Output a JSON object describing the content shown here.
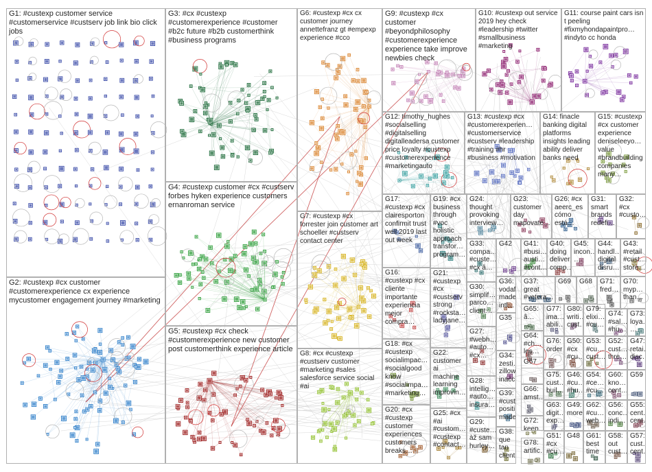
{
  "groups": [
    {
      "id": "G1",
      "label": "G1: #custexp customer service #customerservice #custserv job link bio click jobs",
      "color": "#3a4ba8"
    },
    {
      "id": "G2",
      "label": "G2: #custexp #cx customer #customerexperience cx experience mycustomer engagement journey #marketing",
      "color": "#2f7fc9"
    },
    {
      "id": "G3",
      "label": "G3: #cx #custexp #customerexperience #customer #b2c future #b2b customerthink #business programs",
      "color": "#1e6b3a"
    },
    {
      "id": "G4",
      "label": "G4: #custexp customer #cx #custserv forbes hyken experience customers ernanroman service",
      "color": "#2e9e3a"
    },
    {
      "id": "G5",
      "label": "G5: #custexp #cx check #customerexperience new customer post customerthink experience article",
      "color": "#9b1b1b"
    },
    {
      "id": "G6",
      "label": "G6: #custexp #cx cx customer journey annettefranz gt #empexp experience #cco",
      "color": "#d9822b"
    },
    {
      "id": "G7",
      "label": "G7: #custexp #cx forrester join customer art schoeller #custserv contact center",
      "color": "#d6b21e"
    },
    {
      "id": "G8",
      "label": "G8: #cx #custexp #custserv customer #marketing #sales salesforce service social #ai",
      "color": "#8fbf2a"
    },
    {
      "id": "G9",
      "label": "G9: #custexp #cx customer #beyondphilosophy #customerexperience experience take improve newbies check",
      "color": "#c27fb4"
    },
    {
      "id": "G10",
      "label": "G10: #custexp out service 2019 hey check #leadership #twitter #smallbusiness #marketing",
      "color": "#8a1a6b"
    },
    {
      "id": "G11",
      "label": "G11: course paint cars isn t peeling #fixmyhondapaintpro… #indyto cc honda",
      "color": "#7b2f9e"
    },
    {
      "id": "G12",
      "label": "G12: timothy_hughes #socialselling #digitalselling digitalleadersa customer price loyalty #custexp #customerexperience #marketingauto",
      "color": "#3aa0a0"
    },
    {
      "id": "G13",
      "label": "G13: #custexp #cx #customerexperien… #customerservice #custserv #leadership #training #hr #business #motivation",
      "color": "#5a6fc0"
    },
    {
      "id": "G14",
      "label": "G14: finacle banking digital platforms insights leading ability deliver banks need",
      "color": "#b08a3a"
    },
    {
      "id": "G15",
      "label": "G15: #custexp #cx customer experience deniseleeyo… value #brandbuilding companies many…",
      "color": "#7a9a3a"
    },
    {
      "id": "G16",
      "label": "G16: #custexp #cx cliente importante experiencia mejor compra…",
      "color": "#c04040"
    },
    {
      "id": "G17",
      "label": "G17: #custexp #cx clairesporton confirmit trust well 2019 last out week",
      "color": "#4060a0"
    },
    {
      "id": "G18",
      "label": "G18: #cx #custexp socialimpac… #socialgood know #socialimpa… #marketing…",
      "color": "#6a8a2a"
    },
    {
      "id": "G19",
      "label": "G19: #cx business through #voc holistic approach transfor… program…",
      "color": "#2a7a7a"
    },
    {
      "id": "G20",
      "label": "G20: #cx #custexp customer experiences customers breaks…",
      "color": "#a05a2a"
    },
    {
      "id": "G21",
      "label": "G21: #custexp #cx #custserv strong #rocksta… ladyjane…",
      "color": "#5a5aa0"
    },
    {
      "id": "G22",
      "label": "G22: customer ai machine learning improvin…",
      "color": "#3a8a5a"
    },
    {
      "id": "G23",
      "label": "G23: customer day mapovate…",
      "color": "#8a3a5a"
    },
    {
      "id": "G24",
      "label": "G24: thought provoking interview…",
      "color": "#5a8aa0"
    },
    {
      "id": "G25",
      "label": "G25: #cx #ai #custom… #custexp #contact…",
      "color": "#a07a2a"
    },
    {
      "id": "G26",
      "label": "G26: #cx aeerc_es cómo está…",
      "color": "#2a5a8a"
    },
    {
      "id": "G27",
      "label": "G27: #webh… #auto… #cx…",
      "color": "#8a2a2a"
    },
    {
      "id": "G28",
      "label": "G28: intellig… #auto… insura…",
      "color": "#2a8a8a"
    },
    {
      "id": "G29",
      "label": "G29: #custe… àž sam hurley…",
      "color": "#7a5a2a"
    },
    {
      "id": "G30",
      "label": "G30: simplif… parco… client…",
      "color": "#4a7a4a"
    },
    {
      "id": "G31",
      "label": "G31: smart brands redefi…",
      "color": "#6a4a8a"
    },
    {
      "id": "G32",
      "label": "G32: #cx #custo…",
      "color": "#8a6a2a"
    },
    {
      "id": "G33",
      "label": "G33: compa… #custe… #cx â…",
      "color": "#2a6a6a"
    },
    {
      "id": "G34",
      "label": "G34: zesti… zillow inacc…",
      "color": "#6a2a6a"
    },
    {
      "id": "G35",
      "label": "G35",
      "color": "#4a4a8a"
    },
    {
      "id": "G36",
      "label": "G36: vodaf… made intl…",
      "color": "#8a4a2a"
    },
    {
      "id": "G37",
      "label": "G37: great #vetera…",
      "color": "#2a4a6a"
    },
    {
      "id": "G38",
      "label": "G38: que tan client…",
      "color": "#6a6a2a"
    },
    {
      "id": "G39",
      "label": "G39: #cust… positi… made…",
      "color": "#3a6a8a"
    },
    {
      "id": "G40",
      "label": "G40: doing deliver comp…",
      "color": "#8a3a3a"
    },
    {
      "id": "G41",
      "label": "G41: #busi… austi… #cont…",
      "color": "#3a8a3a"
    },
    {
      "id": "G42",
      "label": "G42",
      "color": "#6a3a8a"
    },
    {
      "id": "G43",
      "label": "G43: #retail #cust… store…",
      "color": "#8a7a3a"
    },
    {
      "id": "G44",
      "label": "G44: handl… digital disru…",
      "color": "#3a5a7a"
    },
    {
      "id": "G45",
      "label": "G45: incon… …",
      "color": "#7a3a5a"
    },
    {
      "id": "G46",
      "label": "G46: #cu… #hu…",
      "color": "#3a7a6a"
    },
    {
      "id": "G47",
      "label": "G47: retai… disc…",
      "color": "#5a3a7a"
    },
    {
      "id": "G48",
      "label": "G48",
      "color": "#7a6a3a"
    },
    {
      "id": "G49",
      "label": "G49: more",
      "color": "#3a4a7a"
    },
    {
      "id": "G50",
      "label": "G50: #cx #cu…",
      "color": "#7a4a3a"
    },
    {
      "id": "G51",
      "label": "G51: #cx #cu…",
      "color": "#3a7a4a"
    },
    {
      "id": "G52",
      "label": "G52: cust… thre…",
      "color": "#6a3a6a"
    },
    {
      "id": "G53",
      "label": "G53: #cu… cust…",
      "color": "#6a6a3a"
    },
    {
      "id": "G54",
      "label": "G54: #ce… #cu…",
      "color": "#3a6a7a"
    },
    {
      "id": "G55",
      "label": "G55: cent… cent…",
      "color": "#7a3a4a"
    },
    {
      "id": "G56",
      "label": "G56: conc… indi…",
      "color": "#4a7a3a"
    },
    {
      "id": "G57",
      "label": "G57: cust… cent…",
      "color": "#5a4a7a"
    },
    {
      "id": "G58",
      "label": "G58: out cust…",
      "color": "#7a5a4a"
    },
    {
      "id": "G59",
      "label": "G59",
      "color": "#4a5a7a"
    },
    {
      "id": "G60",
      "label": "G60: kno… cent…",
      "color": "#7a4a6a"
    },
    {
      "id": "G61",
      "label": "G61: best time",
      "color": "#4a6a5a"
    },
    {
      "id": "G62",
      "label": "G62: #cu… web…",
      "color": "#6a5a4a"
    },
    {
      "id": "G63",
      "label": "G63: digit… exp…",
      "color": "#4a4a6a"
    },
    {
      "id": "G64",
      "label": "G64: #ch… les…",
      "color": "#6a4a4a"
    },
    {
      "id": "G65",
      "label": "G65: â… …",
      "color": "#4a6a4a"
    },
    {
      "id": "G66",
      "label": "G66: amst…",
      "color": "#5a5a6a"
    },
    {
      "id": "G67",
      "label": "G67",
      "color": "#6a5a5a"
    },
    {
      "id": "G68",
      "label": "G68",
      "color": "#5a6a5a"
    },
    {
      "id": "G69",
      "label": "G69",
      "color": "#5a5a5a"
    },
    {
      "id": "G70",
      "label": "G70: myp… than…",
      "color": "#6a6a6a"
    },
    {
      "id": "G71",
      "label": "G71: fred…",
      "color": "#4a4a4a"
    },
    {
      "id": "G72",
      "label": "G72: keep…",
      "color": "#7a7a4a"
    },
    {
      "id": "G73",
      "label": "G73: loya… …",
      "color": "#4a7a7a"
    },
    {
      "id": "G74",
      "label": "G74: #sal… #hu…",
      "color": "#7a4a7a"
    },
    {
      "id": "G75",
      "label": "G75: cust… buil…",
      "color": "#5a7a5a"
    },
    {
      "id": "G76",
      "label": "G76: order",
      "color": "#7a5a5a"
    },
    {
      "id": "G77",
      "label": "G77: ima… abili…",
      "color": "#5a5a7a"
    },
    {
      "id": "G78",
      "label": "G78: artific…",
      "color": "#7a7a5a"
    },
    {
      "id": "G79",
      "label": "G79: elixi… #cu…",
      "color": "#5a7a7a"
    },
    {
      "id": "G80",
      "label": "G80: writi… cust…",
      "color": "#7a5a7a"
    }
  ]
}
